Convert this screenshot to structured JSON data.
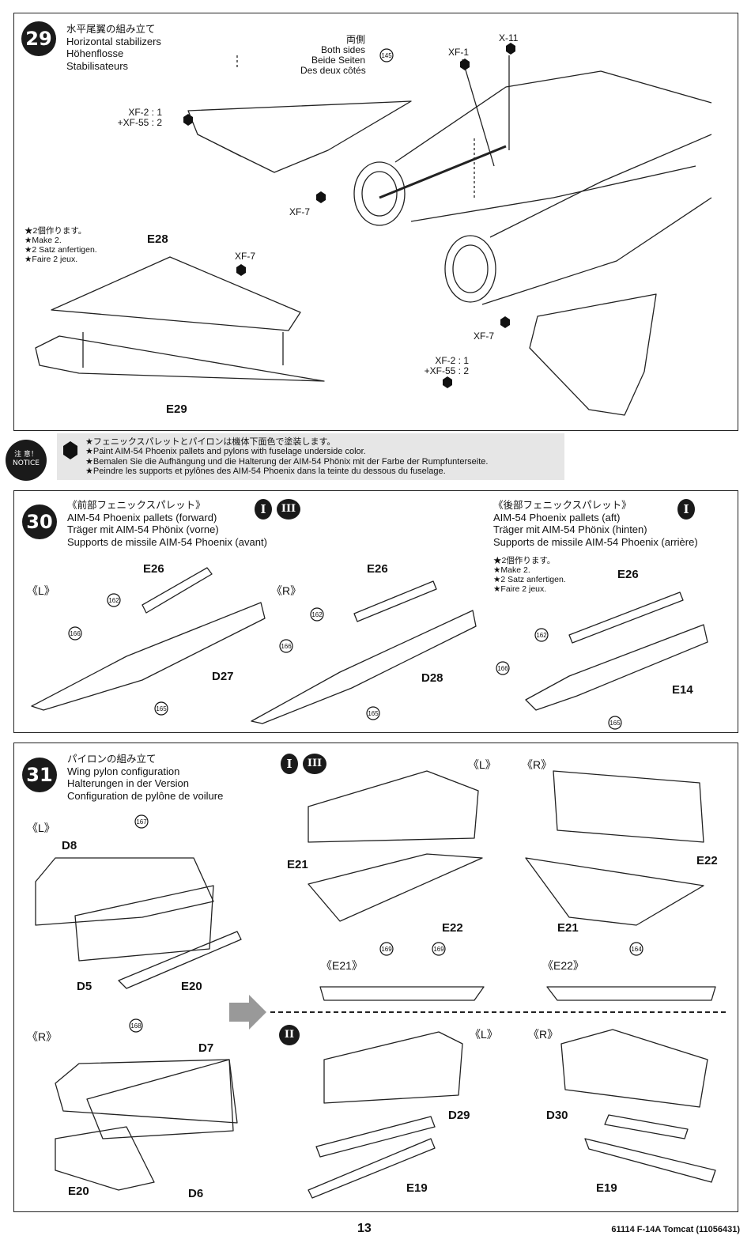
{
  "step29": {
    "number": "29",
    "title_jp": "水平尾翼の組み立て",
    "title_en": "Horizontal stabilizers",
    "title_de": "Höhenflosse",
    "title_fr": "Stabilisateurs",
    "both_sides_jp": "両側",
    "both_sides_en": "Both sides",
    "both_sides_de": "Beide Seiten",
    "both_sides_fr": "Des deux côtés",
    "paint_a": "XF-2 : 1",
    "paint_b": "+XF-55 : 2",
    "paint_c": "XF-2 : 1",
    "paint_d": "+XF-55 : 2",
    "xf1": "XF-1",
    "x11": "X-11",
    "xf7_a": "XF-7",
    "xf7_b": "XF-7",
    "xf7_c": "XF-7",
    "decal": "145",
    "make2_jp": "★2個作ります。",
    "make2_en": "★Make 2.",
    "make2_de": "★2 Satz anfertigen.",
    "make2_fr": "★Faire 2 jeux.",
    "part_e28": "E28",
    "part_e29": "E29"
  },
  "notice": {
    "badge_jp": "注 意！",
    "badge_en": "NOTICE",
    "line_jp": "★フェニックスパレットとパイロンは機体下面色で塗装します。",
    "line_en": "★Paint AIM-54 Phoenix pallets and pylons with fuselage underside color.",
    "line_de": "★Bemalen Sie die Aufhängung und die Halterung der AIM-54 Phönix mit der Farbe der Rumpfunterseite.",
    "line_fr": "★Peindre les supports et pylônes des AIM-54 Phoenix dans la teinte du dessous du fuselage."
  },
  "step30": {
    "number": "30",
    "fwd_jp": "《前部フェニックスパレット》",
    "fwd_en": "AIM-54 Phoenix pallets (forward)",
    "fwd_de": "Träger mit AIM-54 Phönix (vorne)",
    "fwd_fr": "Supports de missile AIM-54 Phoenix (avant)",
    "aft_jp": "《後部フェニックスパレット》",
    "aft_en": "AIM-54 Phoenix pallets (aft)",
    "aft_de": "Träger mit AIM-54 Phönix (hinten)",
    "aft_fr": "Supports de missile AIM-54 Phoenix (arrière)",
    "ver_1": "I",
    "ver_3": "III",
    "ver_aft": "I",
    "make2_jp": "★2個作ります。",
    "make2_en": "★Make 2.",
    "make2_de": "★2 Satz anfertigen.",
    "make2_fr": "★Faire 2 jeux.",
    "label_l": "《L》",
    "label_r": "《R》",
    "e26_a": "E26",
    "e26_b": "E26",
    "e26_c": "E26",
    "d27": "D27",
    "d28": "D28",
    "e14": "E14",
    "decals": [
      "162",
      "166",
      "165",
      "162",
      "166",
      "165",
      "162",
      "166",
      "165"
    ]
  },
  "step31": {
    "number": "31",
    "title_jp": "パイロンの組み立て",
    "title_en": "Wing pylon configuration",
    "title_de": "Halterungen in der Version",
    "title_fr": "Configuration de pylône de voilure",
    "label_l": "《L》",
    "label_r": "《R》",
    "d8": "D8",
    "d5": "D5",
    "e20_a": "E20",
    "d7": "D7",
    "d6": "D6",
    "e20_b": "E20",
    "ver_1": "I",
    "ver_3": "III",
    "ver_2": "II",
    "right_l": "《L》",
    "right_r": "《R》",
    "e21_a": "E21",
    "e22_a": "E22",
    "e22_b": "E22",
    "e21_b": "E21",
    "view_e21": "《E21》",
    "view_e22": "《E22》",
    "decal_167": "167",
    "decal_168": "168",
    "decal_169a": "169",
    "decal_169b": "169",
    "decal_164": "164",
    "lower_l": "《L》",
    "lower_r": "《R》",
    "d29": "D29",
    "d30": "D30",
    "e19_a": "E19",
    "e19_b": "E19"
  },
  "footer": {
    "page": "13",
    "code": "61114 F-14A Tomcat (11056431)"
  }
}
